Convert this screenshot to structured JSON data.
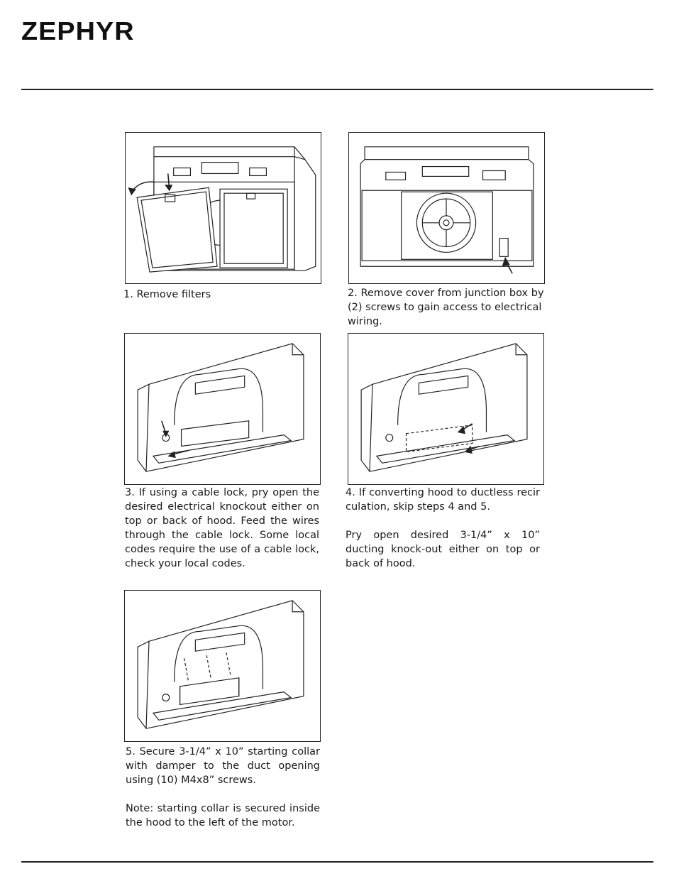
{
  "header": {
    "logo_text": "ZEPHYR"
  },
  "steps": [
    {
      "caption": "1. Remove filters"
    },
    {
      "caption": "2.  Remove cover from junction box by (2) screws to gain access to electrical wiring."
    },
    {
      "caption": "3.  If using a cable lock, pry open the desired electrical knockout either on top or back of hood.  Feed the wires through the cable lock.  Some local codes require the use of a cable lock, check your local codes."
    },
    {
      "caption": "4. If converting hood to ductless recir culation, skip steps 4 and 5.",
      "caption_2": "Pry open desired 3-1/4” x 10” ducting knock-out either on top or back of hood."
    },
    {
      "caption": "5.  Secure 3-1/4” x 10” starting collar with damper to the duct opening using (10) M4x8” screws.",
      "caption_2": "Note: starting collar is secured inside the hood to the left of the motor."
    }
  ]
}
